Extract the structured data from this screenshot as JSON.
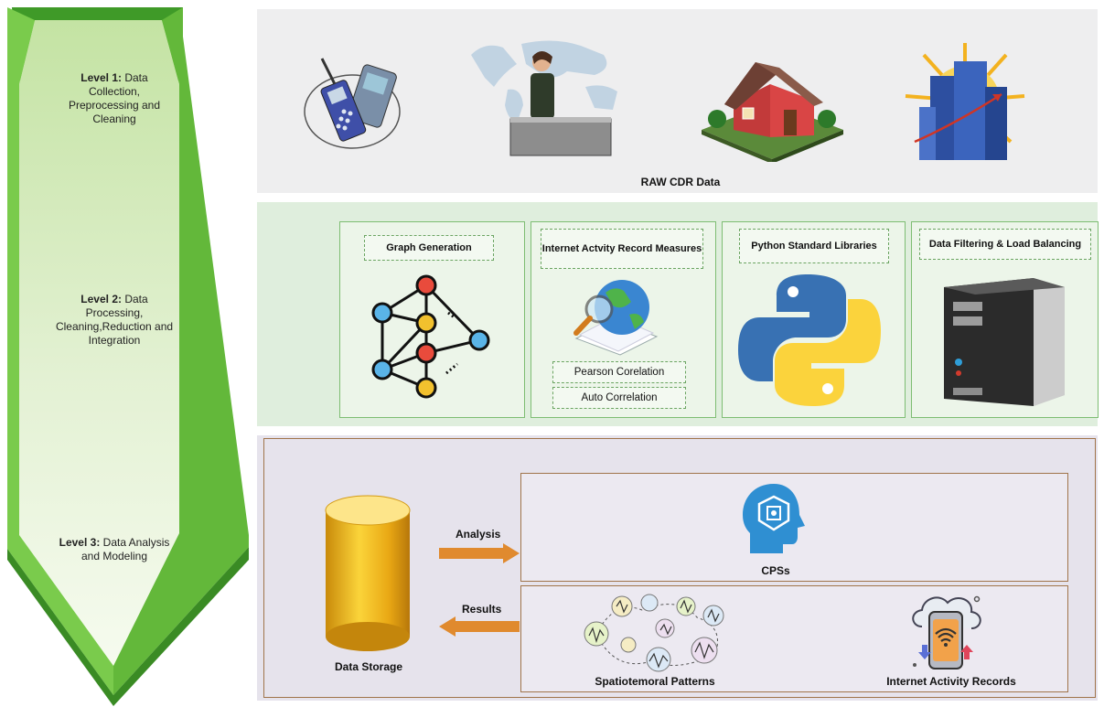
{
  "levels": {
    "level1": {
      "prefix": "Level 1:",
      "rest": " Data Collection, Preprocessing and Cleaning"
    },
    "level2": {
      "prefix": "Level 2:",
      "rest": " Data Processing, Cleaning,Reduction and Integration"
    },
    "level3": {
      "prefix": "Level 3:",
      "rest": " Data Analysis and Modeling"
    }
  },
  "raw": {
    "label": "RAW CDR Data"
  },
  "processing": {
    "graph": {
      "title": "Graph Generation"
    },
    "internet": {
      "title": "Internet Actvity Record Measures",
      "pearson": "Pearson Corelation",
      "auto": "Auto Correlation"
    },
    "python": {
      "title": "Python Standard Libraries"
    },
    "filtering": {
      "title": "Data Filtering & Load Balancing"
    }
  },
  "analysis": {
    "storage": "Data Storage",
    "analysis_arrow": "Analysis",
    "results_arrow": "Results",
    "cps": "CPSs",
    "patterns": "Spatiotemoral Patterns",
    "records": "Internet Activity Records"
  },
  "colors": {
    "chevron": "#6fc23e",
    "arrow": "#e08a2e",
    "panel_green": "#dfeedd",
    "panel_purple": "#e6e3ec"
  }
}
